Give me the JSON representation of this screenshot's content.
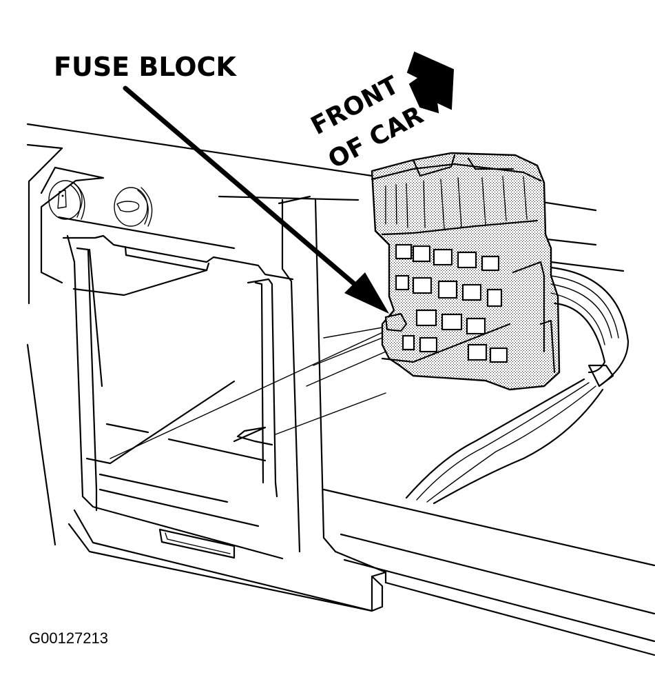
{
  "diagram": {
    "title": "Fuse Block Location",
    "labels": {
      "fuse_block": "FUSE BLOCK",
      "front_line1": "FRONT",
      "front_line2": "OF CAR"
    },
    "figure_id": "G00127213",
    "components": [
      {
        "name": "fuse-block",
        "description": "Stippled fuse block with rows of fuses mounted on instrument panel"
      },
      {
        "name": "instrument-panel-bracket",
        "description": "Rectangular frame/opening in lower instrument panel"
      },
      {
        "name": "wiring-harness",
        "description": "Multi-wire harness routed from fuse block"
      },
      {
        "name": "panel-knobs",
        "description": "Two round knobs/switches on left side of panel"
      }
    ],
    "colors": {
      "ink": "#000000",
      "background": "#ffffff"
    }
  }
}
